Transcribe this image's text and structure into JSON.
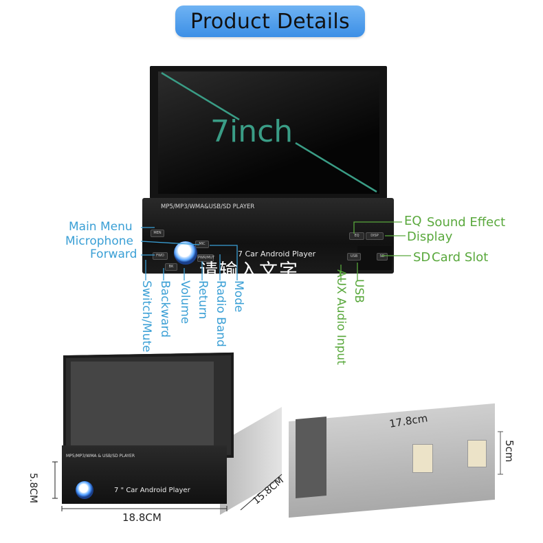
{
  "header": {
    "title": "Product Details"
  },
  "main_unit": {
    "screen_size": "7inch",
    "faceplate_title": "MP5/MP3/WMA&USB/SD PLAYER",
    "model_text": "7  Car Android Player",
    "watermark": "请输入文字",
    "buttons": {
      "main": "MEN",
      "mic": "MIC",
      "fwd": "FWD",
      "play": "PWR/MUT",
      "back": "BK",
      "eq": "EQ",
      "disp": "DISP",
      "usb": "USB",
      "sd": "SD"
    }
  },
  "callouts": {
    "main_menu": "Main Menu",
    "microphone": "Microphone",
    "forward": "Forward",
    "switch_mute": "Switch/Mute",
    "backward": "Backward",
    "volume": "Volume",
    "return": "Return",
    "radio_band": "Radio Band",
    "mode": "Mode",
    "aux": "AUX Audio Input",
    "usb": "USB",
    "eq": "EQ",
    "sound_effect": "Sound Effect",
    "display": "Display",
    "sd": "SD",
    "card_slot": "Card Slot"
  },
  "dimensions": {
    "height": "5.8CM",
    "width": "18.8CM",
    "depth": "15.8CM",
    "length": "17.8cm",
    "side": "5cm"
  },
  "unit2": {
    "faceplate_title": "MP5/MP3/WMA & USB/SD PLAYER",
    "model_text": "7 \" Car Android Player"
  },
  "colors": {
    "banner": "#4a9bea",
    "callout_blue": "#3a9fd5",
    "callout_green": "#59a83c",
    "screen_label": "#3a9d86"
  }
}
